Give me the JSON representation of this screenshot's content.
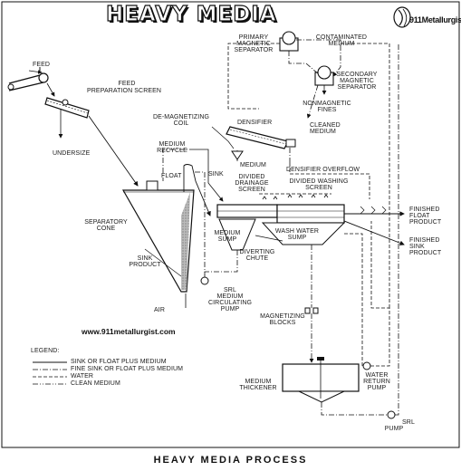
{
  "title": "HEAVY MEDIA",
  "logo": {
    "number": "911",
    "name": "Metallurgist"
  },
  "website": "www.911metallurgist.com",
  "caption": "HEAVY MEDIA PROCESS",
  "labels": {
    "feed": "FEED",
    "feed_prep_screen": [
      "FEED",
      "PREPARATION SCREEN"
    ],
    "undersize": "UNDERSIZE",
    "primary_mag_sep": [
      "PRIMARY",
      "MAGNETIC",
      "SEPARATOR"
    ],
    "contaminated_medium": [
      "CONTAMINATED",
      "MEDIUM"
    ],
    "secondary_mag_sep": [
      "SECONDARY",
      "MAGNETIC",
      "SEPARATOR"
    ],
    "nonmagnetic_fines": [
      "NONMAGNETIC",
      "FINES"
    ],
    "cleaned_medium": [
      "CLEANED",
      "MEDIUM"
    ],
    "demag_coil": [
      "DE-MAGNETIZING",
      "COIL"
    ],
    "densifier": "DENSIFIER",
    "medium_recycle": [
      "MEDIUM",
      "RECYCLE"
    ],
    "medium": "MEDIUM",
    "float": "FLOAT",
    "sink": "SINK",
    "densifier_overflow": "DENSIFIER OVERFLOW",
    "divided_drainage_screen": [
      "DIVIDED",
      "DRAINAGE",
      "SCREEN"
    ],
    "divided_washing_screen": [
      "DIVIDED WASHING",
      "SCREEN"
    ],
    "separatory_cone": [
      "SEPARATORY",
      "CONE"
    ],
    "sink_product_cone": [
      "SINK",
      "PRODUCT"
    ],
    "medium_sump": [
      "MEDIUM",
      "SUMP"
    ],
    "wash_water_sump": [
      "WASH WATER",
      "SUMP"
    ],
    "diverting_chute": [
      "DIVERTING",
      "CHUTE"
    ],
    "finished_float": [
      "FINISHED",
      "FLOAT",
      "PRODUCT"
    ],
    "finished_sink": [
      "FINISHED",
      "SINK",
      "PRODUCT"
    ],
    "air": "AIR",
    "srl_medium_pump": [
      "SRL",
      "MEDIUM",
      "CIRCULATING",
      "PUMP"
    ],
    "magnetizing_blocks": [
      "MAGNETIZING",
      "BLOCKS"
    ],
    "medium_thickener": [
      "MEDIUM",
      "THICKENER"
    ],
    "water_return_pump": [
      "WATER",
      "RETURN",
      "PUMP"
    ],
    "srl_pump": [
      "SRL",
      "PUMP"
    ]
  },
  "legend": {
    "title": "LEGEND:",
    "items": [
      {
        "label": "SINK OR FLOAT PLUS MEDIUM",
        "style": "solid"
      },
      {
        "label": "FINE SINK OR FLOAT PLUS MEDIUM",
        "style": "dash-dot"
      },
      {
        "label": "WATER",
        "style": "dashed"
      },
      {
        "label": "CLEAN MEDIUM",
        "style": "dash-dot-dot"
      }
    ]
  },
  "colors": {
    "ink": "#111111",
    "paper": "#ffffff"
  }
}
